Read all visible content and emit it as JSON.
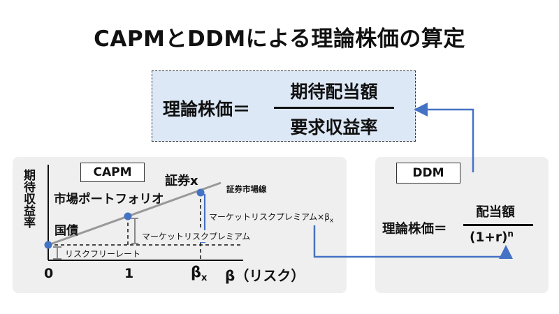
{
  "title": "CAPMとDDMによる理論株価の算定",
  "main_formula": {
    "lhs": "理論株価＝",
    "numerator": "期待配当額",
    "denominator": "要求収益率"
  },
  "capm": {
    "box_label": "CAPM",
    "y_axis_label": "期待収益率",
    "x_axis_label": "β（リスク）",
    "x_ticks": [
      "0",
      "1",
      "β",
      "x"
    ],
    "labels": {
      "security_x": "証券x",
      "sml": "証券市場線",
      "market_portfolio": "市場ポートフォリオ",
      "bond": "国債",
      "premium_beta": "マーケットリスクプレミアム×β",
      "premium_beta_sub": "x",
      "premium": "マーケットリスクプレミアム",
      "risk_free": "リスクフリーレート"
    }
  },
  "ddm": {
    "box_label": "DDM",
    "lhs": "理論株価＝",
    "numerator": "配当額",
    "denominator": "(1+r)",
    "exponent": "n"
  },
  "colors": {
    "accent": "#4472c4",
    "line": "#999999",
    "box_fill": "#dde8f6",
    "panel": "#efefef"
  }
}
